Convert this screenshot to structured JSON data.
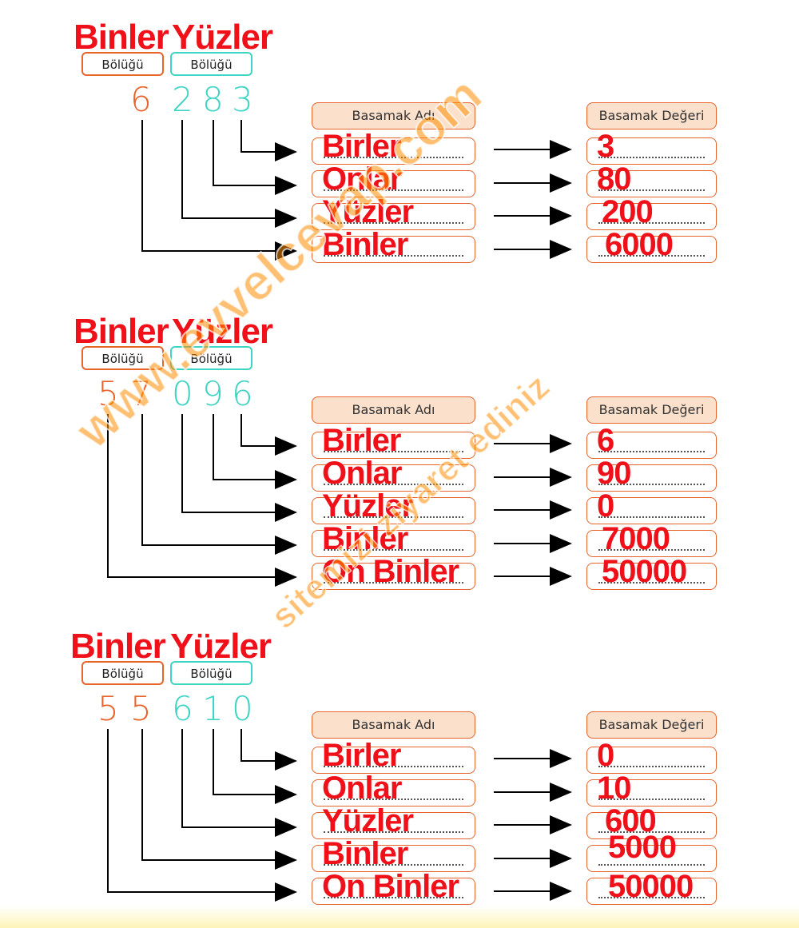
{
  "groups": [
    {
      "group_labels": {
        "binler": "Binler",
        "yuzler": "Yüzler",
        "bolugu": "Bölüğü"
      },
      "digits": [
        "6",
        "2",
        "8",
        "3"
      ],
      "headers": {
        "adi": "Basamak Adı",
        "degeri": "Basamak Değeri"
      },
      "rows": [
        {
          "adi": "Birler",
          "degeri": "3"
        },
        {
          "adi": "Onlar",
          "degeri": "80"
        },
        {
          "adi": "Yüzler",
          "degeri": "200"
        },
        {
          "adi": "Binler",
          "degeri": "6000"
        }
      ]
    },
    {
      "group_labels": {
        "binler": "Binler",
        "yuzler": "Yüzler",
        "bolugu": "Bölüğü"
      },
      "digits": [
        "5",
        "7",
        "0",
        "9",
        "6"
      ],
      "headers": {
        "adi": "Basamak Adı",
        "degeri": "Basamak Değeri"
      },
      "rows": [
        {
          "adi": "Birler",
          "degeri": "6"
        },
        {
          "adi": "Onlar",
          "degeri": "90"
        },
        {
          "adi": "Yüzler",
          "degeri": "0"
        },
        {
          "adi": "Binler",
          "degeri": "7000"
        },
        {
          "adi": "On Binler",
          "degeri": "50000"
        }
      ]
    },
    {
      "group_labels": {
        "binler": "Binler",
        "yuzler": "Yüzler",
        "bolugu": "Bölüğü"
      },
      "digits": [
        "5",
        "5",
        "6",
        "1",
        "0"
      ],
      "headers": {
        "adi": "Basamak Adı",
        "degeri": "Basamak Değeri"
      },
      "rows": [
        {
          "adi": "Birler",
          "degeri": "0"
        },
        {
          "adi": "Onlar",
          "degeri": "10"
        },
        {
          "adi": "Yüzler",
          "degeri": "600"
        },
        {
          "adi": "Binler",
          "degeri": "5000"
        },
        {
          "adi": "On Binler",
          "degeri": "50000"
        }
      ]
    }
  ],
  "watermark": {
    "line1": "www.evvelcevap.com",
    "line2": "sitemizi ziyaret ediniz"
  },
  "colors": {
    "orange": "#e8642a",
    "turquoise": "#3fd4c4",
    "red": "#f0101a",
    "header_fill": "#fbe0cc"
  }
}
